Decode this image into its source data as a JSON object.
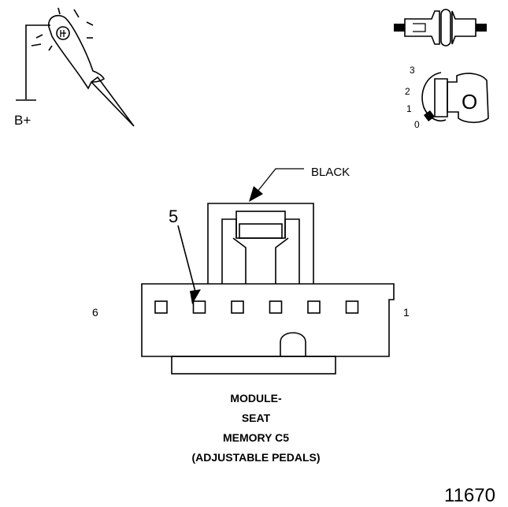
{
  "probe": {
    "supply_label": "B+"
  },
  "ignition": {
    "positions": [
      "3",
      "2",
      "1",
      "0"
    ],
    "key_letter": "O"
  },
  "connector": {
    "color_label": "BLACK",
    "pin_callout": "5",
    "pin_left_end": "6",
    "pin_right_end": "1",
    "pin_count": 6
  },
  "caption": {
    "lines": [
      "MODULE-",
      "SEAT",
      "MEMORY C5",
      "(ADJUSTABLE PEDALS)"
    ]
  },
  "figure_number": "11670"
}
